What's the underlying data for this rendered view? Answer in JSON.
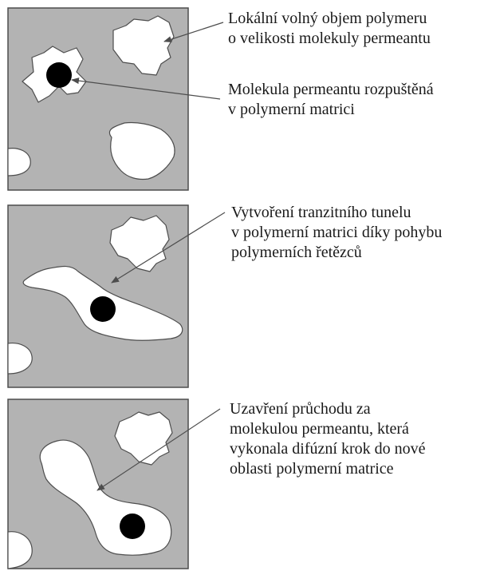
{
  "panels": [
    {
      "captions": [
        {
          "lines": [
            "Lokální volný objem polymeru",
            "o velikosti molekuly permeantu"
          ]
        },
        {
          "lines": [
            "Molekula permeantu rozpuštěná",
            "v polymerní matrici"
          ]
        }
      ]
    },
    {
      "captions": [
        {
          "lines": [
            "Vytvoření tranzitního tunelu",
            "v polymerní matrici díky pohybu",
            "polymerních řetězců"
          ]
        }
      ]
    },
    {
      "captions": [
        {
          "lines": [
            "Uzavření průchodu za",
            "molekulou permeantu, která",
            "vykonala difúzní krok do nové",
            "oblasti polymerní matrice"
          ]
        }
      ]
    }
  ],
  "colors": {
    "matrix": "#b3b3b3",
    "free_volume": "#ffffff",
    "molecule": "#000000",
    "outline": "#4d4d4d"
  }
}
